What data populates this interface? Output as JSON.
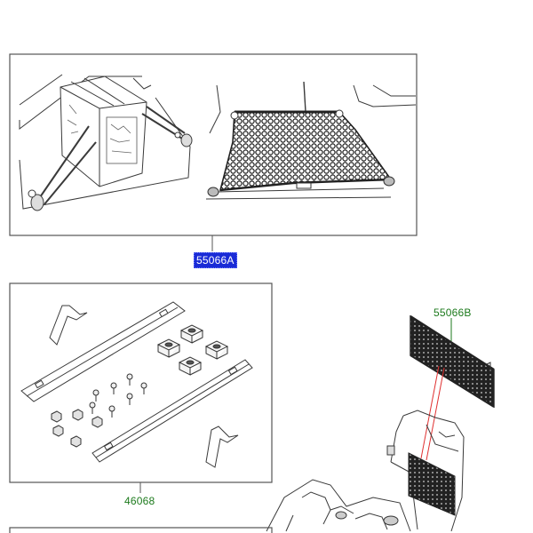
{
  "labels": {
    "part_a": "55066A",
    "part_b": "55066B",
    "part_c": "46068"
  },
  "colors": {
    "line": "#3a3a3a",
    "panel_border": "#555555",
    "part_a_highlight_bg": "#1a2bd6",
    "part_a_text": "#ffffff",
    "part_label_text": "#1c7a1c",
    "pointer_line": "#e03030"
  }
}
